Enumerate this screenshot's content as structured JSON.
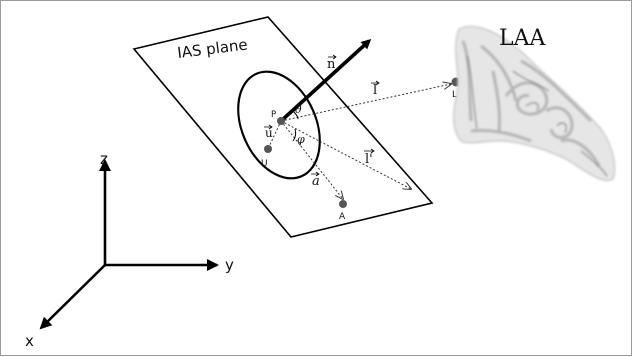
{
  "diagram": {
    "plane_label": "IAS plane",
    "laa_label": "LAA",
    "vectors": {
      "n": "n",
      "l": "l",
      "l_prime": "l'",
      "u": "u",
      "a": "a"
    },
    "points": {
      "P": "P",
      "L": "L",
      "U": "U",
      "A": "A"
    },
    "angles": {
      "theta": "θ",
      "phi": "φ"
    },
    "axes": {
      "z": "z",
      "y": "y",
      "x": "x"
    }
  }
}
